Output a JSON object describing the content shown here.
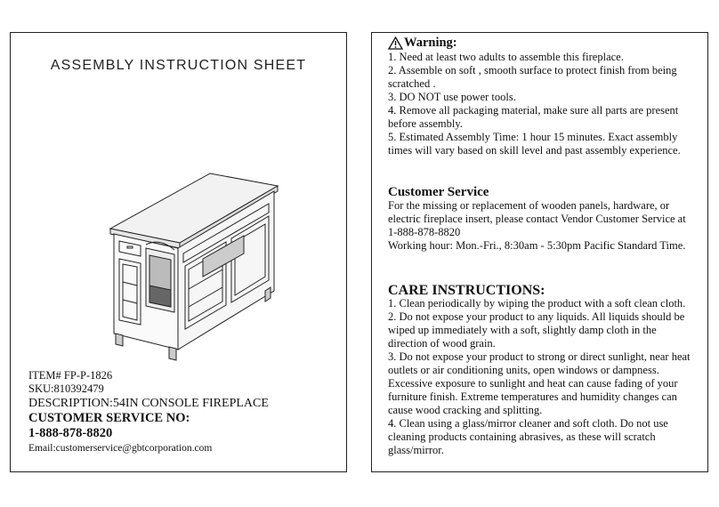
{
  "left": {
    "title": "ASSEMBLY  INSTRUCTION SHEET",
    "item": "ITEM# FP-P-1826",
    "sku": "SKU:810392479",
    "description": "DESCRIPTION:54IN CONSOLE FIREPLACE",
    "cs_label": "CUSTOMER SERVICE NO:",
    "cs_phone": "1-888-878-8820",
    "email": "Email:customerservice@gbtcorporation.com"
  },
  "warning": {
    "heading": "Warning:",
    "lines": [
      "1. Need at least two adults to assemble this fireplace.",
      "2. Assemble on soft , smooth surface to protect finish from being",
      "scratched .",
      "3. DO NOT use power tools.",
      "4. Remove all packaging material, make sure all parts are present",
      "before assembly.",
      "5. Estimated Assembly Time: 1 hour 15 minutes. Exact assembly",
      "times will vary based on skill level and past assembly experience."
    ]
  },
  "customer_service": {
    "heading": "Customer Service",
    "lines": [
      "For the missing or replacement of wooden panels, hardware, or",
      "electric fireplace insert, please contact Vendor Customer Service at",
      "1-888-878-8820",
      "Working hour: Mon.-Fri., 8:30am - 5:30pm Pacific Standard Time."
    ]
  },
  "care": {
    "heading": "CARE INSTRUCTIONS:",
    "lines": [
      "1. Clean periodically by wiping the product with a soft clean cloth.",
      "2. Do not expose your product to any liquids. All liquids should be",
      "wiped up  immediately with a soft, slightly damp cloth in the",
      "direction of wood grain.",
      "3. Do not expose your product to strong or direct sunlight, near heat",
      "outlets or air conditioning units, open windows or dampness.",
      "Excessive exposure to sunlight and heat can cause fading of your",
      "furniture finish. Extreme temperatures and humidity changes can",
      "cause wood cracking and splitting.",
      "4. Clean using a glass/mirror cleaner and soft cloth. Do not use",
      "cleaning products containing abrasives, as these will scratch",
      "glass/mirror."
    ]
  }
}
